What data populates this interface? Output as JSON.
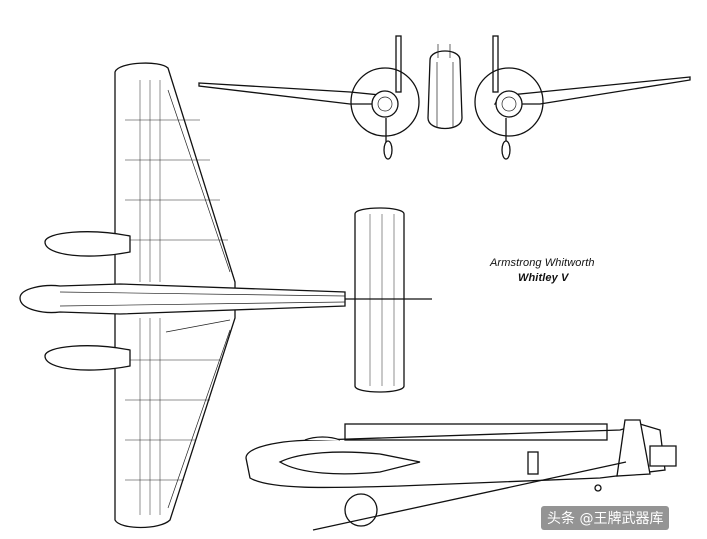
{
  "caption": {
    "line1": "Armstrong Whitworth",
    "line2": "Whitley V"
  },
  "watermark": "头条 @王牌武器库",
  "colors": {
    "ink": "#111111",
    "background": "#ffffff"
  }
}
